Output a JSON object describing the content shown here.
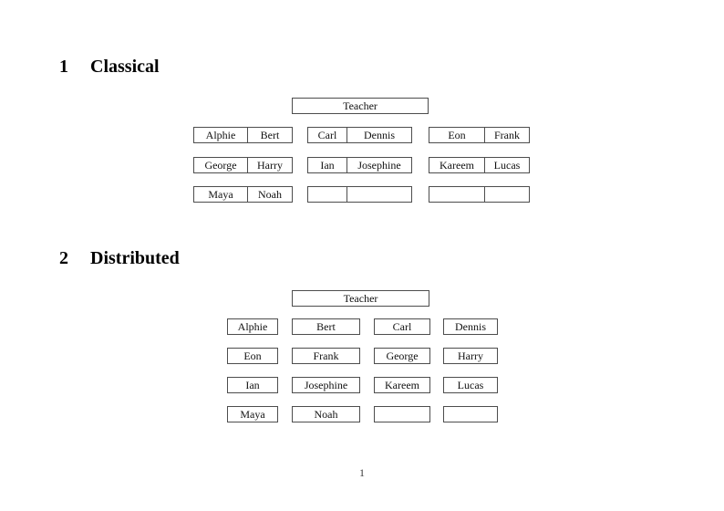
{
  "sections": [
    {
      "number": "1",
      "title": "Classical"
    },
    {
      "number": "2",
      "title": "Distributed"
    }
  ],
  "classical": {
    "teacher_label": "Teacher",
    "desks": [
      {
        "left": "Alphie",
        "right": "Bert"
      },
      {
        "left": "Carl",
        "right": "Dennis"
      },
      {
        "left": "Eon",
        "right": "Frank"
      },
      {
        "left": "George",
        "right": "Harry"
      },
      {
        "left": "Ian",
        "right": "Josephine"
      },
      {
        "left": "Kareem",
        "right": "Lucas"
      },
      {
        "left": "Maya",
        "right": "Noah"
      },
      {
        "left": "",
        "right": ""
      },
      {
        "left": "",
        "right": ""
      }
    ]
  },
  "distributed": {
    "teacher_label": "Teacher",
    "desks": [
      "Alphie",
      "Bert",
      "Carl",
      "Dennis",
      "Eon",
      "Frank",
      "George",
      "Harry",
      "Ian",
      "Josephine",
      "Kareem",
      "Lucas",
      "Maya",
      "Noah",
      "",
      ""
    ]
  },
  "footer": {
    "page_number": "1"
  }
}
